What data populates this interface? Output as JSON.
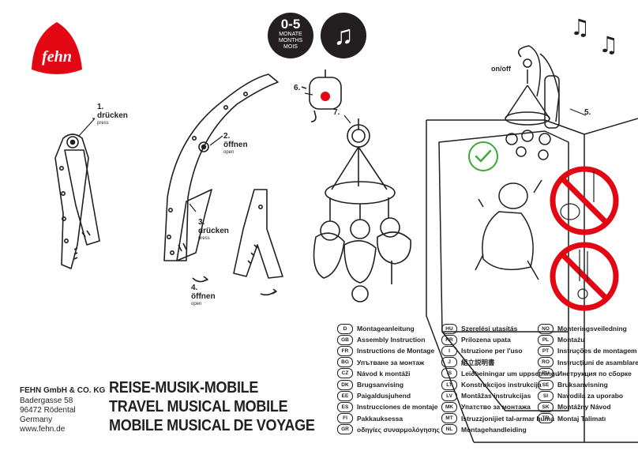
{
  "brand": {
    "logo_text": "fehn",
    "logo_color": "#e30613"
  },
  "badges": {
    "age_range": "0-5",
    "age_lines": [
      "MONATE",
      "MONTHS",
      "MOIS"
    ],
    "music_icon": "music-note-icon"
  },
  "steps": {
    "s1": {
      "title": "1.\ndrücken",
      "sub": "press"
    },
    "s2": {
      "title": "2.\nöffnen",
      "sub": "open"
    },
    "s3": {
      "title": "3.\ndrücken",
      "sub": "press"
    },
    "s4": {
      "title": "4.\nöffnen",
      "sub": "open"
    },
    "s5": "5.",
    "s6": "6.",
    "s7": "7.",
    "on_off": "on/off"
  },
  "company": {
    "name": "FEHN GmbH & CO. KG",
    "street": "Badergasse 58",
    "city": "96472 Rödental",
    "country": "Germany",
    "web": "www.fehn.de"
  },
  "titles": [
    "REISE-MUSIK-MOBILE",
    "TRAVEL MUSICAL MOBILE",
    "MOBILE MUSICAL DE VOYAGE"
  ],
  "languages": [
    {
      "code": "D",
      "text": "Montageanleitung"
    },
    {
      "code": "GB",
      "text": "Assembly Instruction"
    },
    {
      "code": "FR",
      "text": "Instructions de Montage"
    },
    {
      "code": "BG",
      "text": "Упътване за монтаж"
    },
    {
      "code": "CZ",
      "text": "Návod k montáži"
    },
    {
      "code": "DK",
      "text": "Brugsanvising"
    },
    {
      "code": "EE",
      "text": "Paigaldusjuhend"
    },
    {
      "code": "ES",
      "text": "Instrucciones de montaje"
    },
    {
      "code": "FI",
      "text": "Pakkauksessa"
    },
    {
      "code": "GR",
      "text": "οδηγίες συναρμολόγησης"
    },
    {
      "code": "HU",
      "text": "Szerelési utasítás"
    },
    {
      "code": "HR",
      "text": "Prilozena upata"
    },
    {
      "code": "I",
      "text": "Istruzione per l'uso"
    },
    {
      "code": "J",
      "text": "組立説明書"
    },
    {
      "code": "IS",
      "text": "Leiðbeiningar um uppsetningu"
    },
    {
      "code": "LT",
      "text": "Konstrukcijos instrukcija"
    },
    {
      "code": "LV",
      "text": "Montāžas instrukcijas"
    },
    {
      "code": "MK",
      "text": "Упатство за монтажа"
    },
    {
      "code": "MT",
      "text": "Istruzzjonijiet tal-armar huma"
    },
    {
      "code": "NL",
      "text": "Montagehandleiding"
    },
    {
      "code": "NO",
      "text": "Monteringsveiledning"
    },
    {
      "code": "PL",
      "text": "Montażu"
    },
    {
      "code": "PT",
      "text": "Instruções de montagem"
    },
    {
      "code": "RO",
      "text": "Instrucțiuni de asamblare"
    },
    {
      "code": "RU",
      "text": "Инструкция по сборке"
    },
    {
      "code": "SE",
      "text": "Bruksanvisning"
    },
    {
      "code": "SI",
      "text": "Navodila za uporabo"
    },
    {
      "code": "SK",
      "text": "Montážny Návod"
    },
    {
      "code": "TR",
      "text": "Montaj Talimatı"
    }
  ],
  "colors": {
    "ink": "#231f20",
    "brand_red": "#e30613",
    "check_green": "#3aaa35",
    "prohibit_red": "#e30613"
  }
}
